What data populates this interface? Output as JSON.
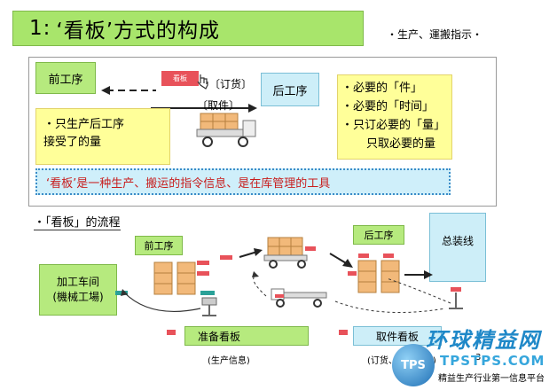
{
  "title": {
    "number": "1",
    "separator": ":",
    "text": "‘看板’方式的构成"
  },
  "header_right": "・生产、運搬指示・",
  "top_section": {
    "prev_process": "前工序",
    "next_process": "后工序",
    "kanban_card_label": "看板",
    "order_label": "〔订货〕",
    "pickup_label": "〔取件〕",
    "left_note_line1": "・只生产后工序",
    "left_note_line2": "接受了的量",
    "requirements": [
      "・必要的「件」",
      "・必要的「时间」",
      "・只订必要的「量」",
      "只取必要的量"
    ],
    "banner": "‘看板’是一种生产、搬运的指令信息、是在库管理的工具"
  },
  "flow_section": {
    "heading": "・「看板」的流程",
    "prev_process": "前工序",
    "next_process": "后工序",
    "assembly_line": "总装线",
    "workshop_line1": "加工车间",
    "workshop_line2": "(機械工場)",
    "prep_kanban": "准备看板",
    "pickup_kanban": "取件看板",
    "production_info": "(生产信息)",
    "order_pickup_instr": "(订货、取件指示)",
    "page_number": "3"
  },
  "watermark": {
    "brand": "环球精益网",
    "url": "TPSTPS.COM",
    "tagline": "精益生产行业第一信息平台",
    "logo_text": "TPS"
  },
  "colors": {
    "title_green": "#a8e56b",
    "kanban_red": "#e8525a",
    "banner_blue": "#cfeffa",
    "note_yellow": "#ffff99",
    "box_orange": "#f2b97a",
    "card_teal": "#2aa198"
  }
}
